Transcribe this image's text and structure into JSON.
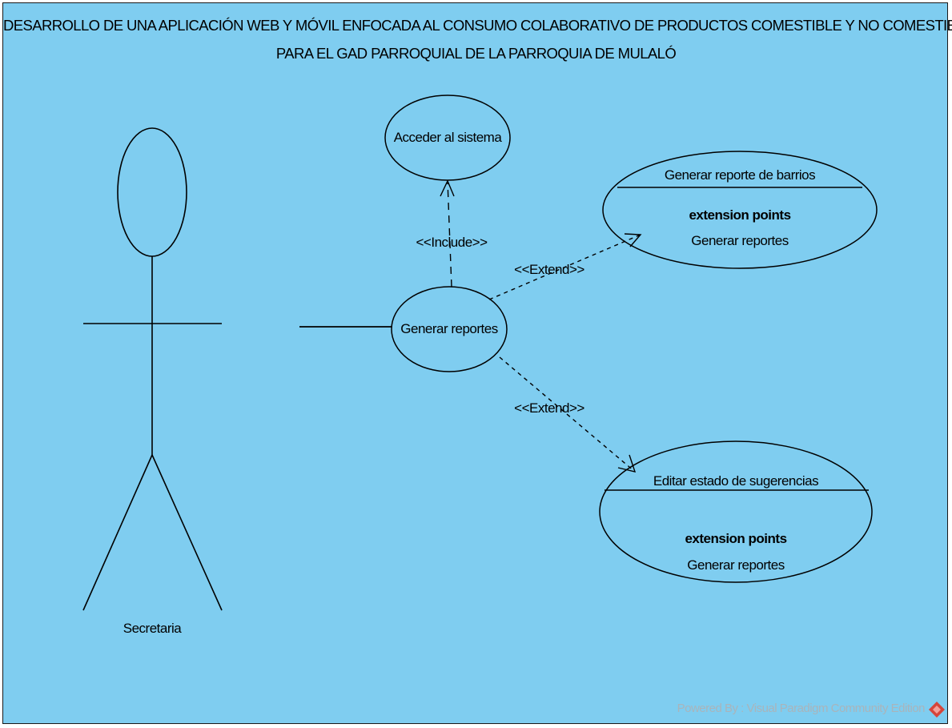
{
  "diagram": {
    "title_line1": "DESARROLLO DE UNA APLICACIÓN WEB Y MÓVIL ENFOCADA AL CONSUMO COLABORATIVO DE PRODUCTOS COMESTIBLE Y NO COMESTIBLES",
    "title_line2": "PARA EL GAD PARROQUIAL DE LA PARROQUIA DE MULALÓ",
    "background_color": "#7fcdf0",
    "actor": {
      "name": "Secretaria"
    },
    "use_cases": {
      "acceder": {
        "name": "Acceder al sistema"
      },
      "generar": {
        "name": "Generar reportes"
      },
      "barrios": {
        "name": "Generar reporte de barrios",
        "ext_heading": "extension points",
        "ext_point": "Generar reportes"
      },
      "sugerencias": {
        "name": "Editar  estado de sugerencias",
        "ext_heading": "extension points",
        "ext_point": "Generar reportes"
      }
    },
    "relations": {
      "include": "<<Include>>",
      "extend_top": "<<Extend>>",
      "extend_bottom": "<<Extend>>"
    },
    "footer": "Powered By : Visual Paradigm Community Edition",
    "logo_icon": "visual-paradigm-logo-icon"
  }
}
